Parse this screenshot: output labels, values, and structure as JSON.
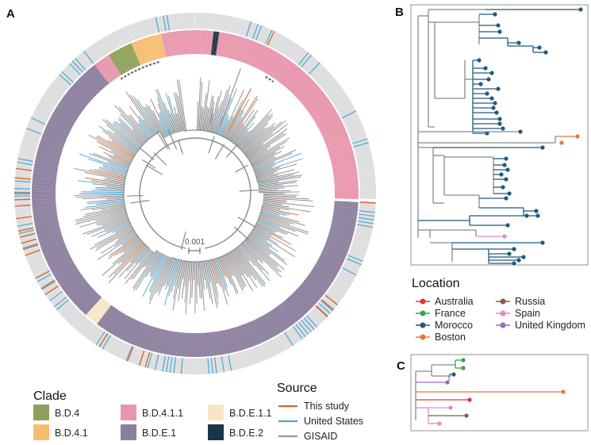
{
  "panels": {
    "a": {
      "letter": "A"
    },
    "b": {
      "letter": "B"
    },
    "c": {
      "letter": "C"
    }
  },
  "scale_bar": {
    "label": "0.001"
  },
  "clade_legend": {
    "title": "Clade",
    "items": [
      {
        "label": "B.D.4",
        "color": "#8ea15a"
      },
      {
        "label": "B.D.4.1",
        "color": "#f6bd6f"
      },
      {
        "label": "B.D.4.1.1",
        "color": "#e896ac"
      },
      {
        "label": "B.D.E.1",
        "color": "#8c7f9e"
      },
      {
        "label": "B.D.E.1.1",
        "color": "#f7e6c6"
      },
      {
        "label": "B.D.E.2",
        "color": "#1b3447"
      }
    ]
  },
  "source_legend": {
    "title": "Source",
    "items": [
      {
        "label": "This study",
        "color": "#d9662b"
      },
      {
        "label": "United States",
        "color": "#4aa8d8"
      },
      {
        "label": "GISAID",
        "color": "#999999"
      }
    ]
  },
  "location_legend": {
    "title": "Location",
    "items": [
      {
        "label": "Australia",
        "color": "#d63a3a"
      },
      {
        "label": "France",
        "color": "#3aa34a"
      },
      {
        "label": "Morocco",
        "color": "#1f5a7e"
      },
      {
        "label": "Boston",
        "color": "#e27a3e"
      },
      {
        "label": "Russia",
        "color": "#8a5a4a"
      },
      {
        "label": "Spain",
        "color": "#e08ac0"
      },
      {
        "label": "United Kingdom",
        "color": "#9a6ab0"
      }
    ]
  },
  "colors": {
    "ring_gray": "#dddddd",
    "branch_gray": "#8a8a8a",
    "dash_gray": "#666666"
  }
}
